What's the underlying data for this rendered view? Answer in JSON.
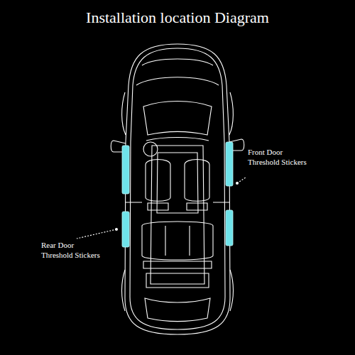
{
  "diagram": {
    "title": "Installation location Diagram",
    "labels": [
      "Front Door Threshold Stickers",
      "Rear Door Threshold Stickers"
    ]
  }
}
